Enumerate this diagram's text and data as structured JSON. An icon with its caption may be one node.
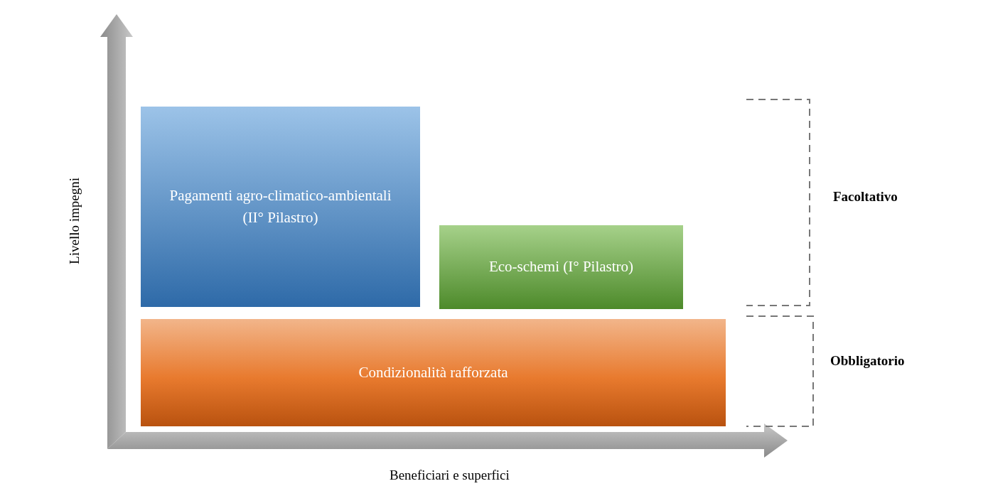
{
  "diagram": {
    "nodes": [
      {
        "text": [
          "Pagamenti agro-climatico-ambientali (II° Pilastro)"
        ]
      },
      {
        "text": [
          "Eco-schemi (I° Pilastro)"
        ]
      },
      {
        "text": [
          "Condizionalità rafforzata"
        ]
      }
    ],
    "labels": [
      "Livello impegni",
      "Beneficiari e superfici",
      "Facoltativo",
      "Obbligatorio"
    ]
  }
}
